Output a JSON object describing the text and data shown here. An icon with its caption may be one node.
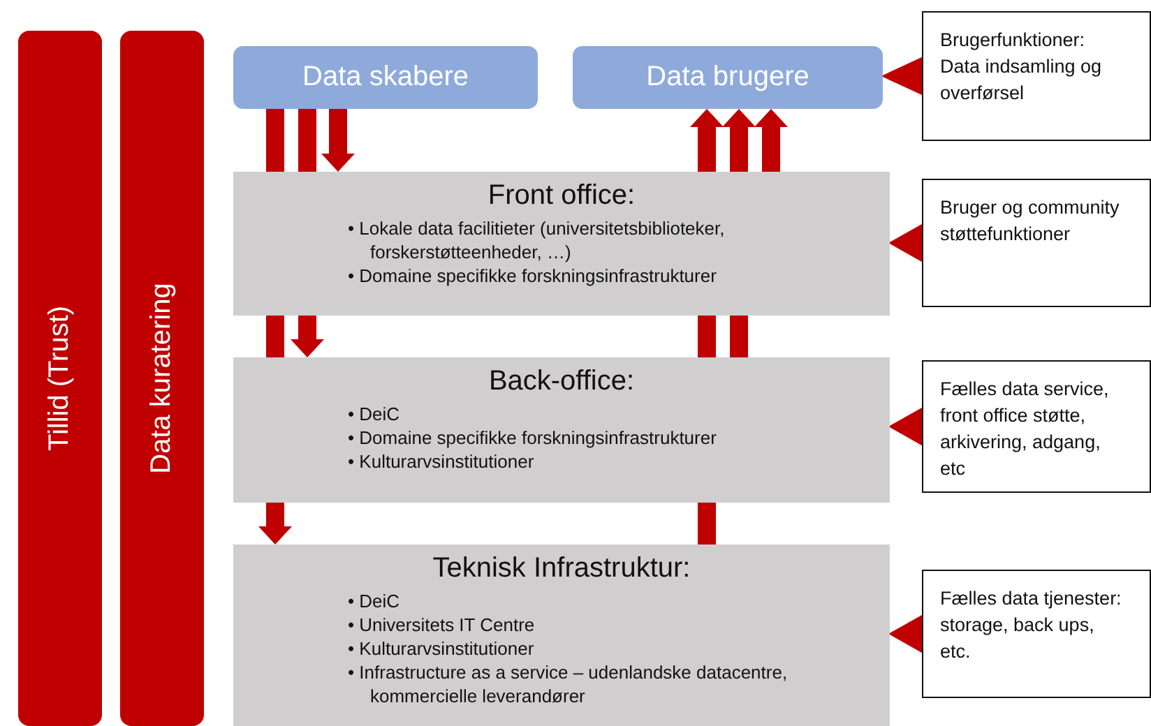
{
  "diagram": {
    "nodes": [
      {
        "text": [
          "Tillid (Trust)"
        ]
      },
      {
        "text": [
          "Data kuratering"
        ]
      },
      {
        "text": [
          "Data skabere"
        ]
      },
      {
        "text": [
          "Data brugere"
        ]
      },
      {
        "text": [
          "Front office:",
          "• Lokale data facilitieter (universitetsbiblioteker, forskerstøtteenheder, …)",
          "• Domaine specifikke forskningsinfrastrukturer"
        ]
      },
      {
        "text": [
          "Back-office:",
          "• DeiC",
          "• Domaine specifikke forskningsinfrastrukturer",
          "• Kulturarvsinstitutioner"
        ]
      },
      {
        "text": [
          "Teknisk Infrastruktur:",
          "• DeiC",
          "• Universitets IT Centre",
          "• Kulturarvsinstitutioner",
          "• Infrastructure as a service – udenlandske datacentre, kommercielle leverandører"
        ]
      },
      {
        "text": [
          "Brugerfunktioner: Data indsamling og overførsel"
        ]
      },
      {
        "text": [
          "Bruger og community støttefunktioner"
        ]
      },
      {
        "text": [
          "Fælles data service, front office støtte, arkivering, adgang, etc"
        ]
      },
      {
        "text": [
          "Fælles data tjenester: storage, back ups, etc."
        ]
      }
    ],
    "edges": [
      {
        "from": 2,
        "to": 4,
        "arrow": "none"
      },
      {
        "from": 2,
        "to": 4,
        "arrow": "none"
      },
      {
        "from": 2,
        "to": 4,
        "arrow": "to"
      },
      {
        "from": 4,
        "to": 3,
        "arrow": "to"
      },
      {
        "from": 4,
        "to": 3,
        "arrow": "to"
      },
      {
        "from": 4,
        "to": 3,
        "arrow": "to"
      },
      {
        "from": 4,
        "to": 5,
        "arrow": "none"
      },
      {
        "from": 4,
        "to": 5,
        "arrow": "to"
      },
      {
        "from": 5,
        "to": 4,
        "arrow": "none"
      },
      {
        "from": 5,
        "to": 4,
        "arrow": "none"
      },
      {
        "from": 5,
        "to": 6,
        "arrow": "to"
      },
      {
        "from": 6,
        "to": 5,
        "arrow": "none"
      },
      {
        "from": 7,
        "to": 3,
        "arrow": "to"
      },
      {
        "from": 8,
        "to": 4,
        "arrow": "to"
      },
      {
        "from": 9,
        "to": 5,
        "arrow": "to"
      },
      {
        "from": 10,
        "to": 6,
        "arrow": "to"
      }
    ]
  }
}
